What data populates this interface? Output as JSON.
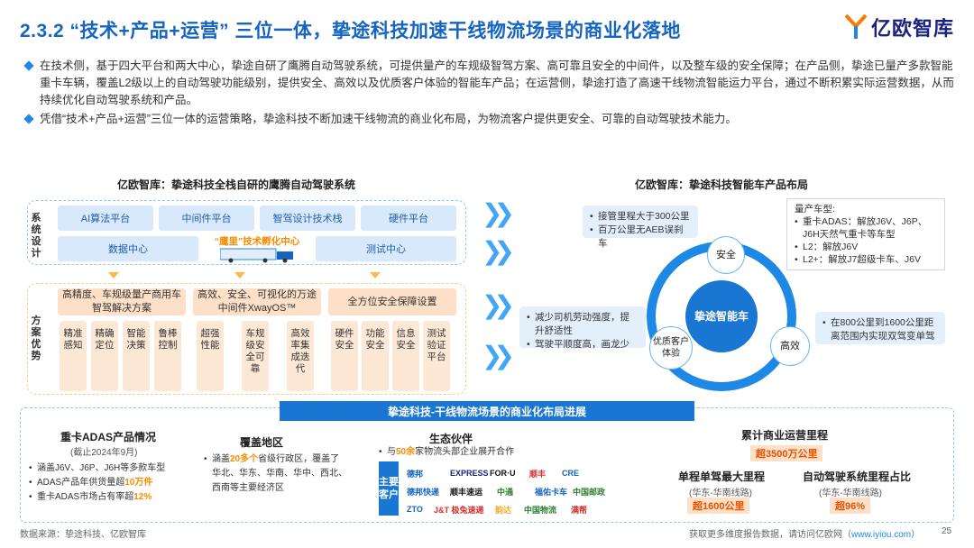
{
  "header": {
    "title": "2.3.2 “技术+产品+运营” 三位一体，挚途科技加速干线物流场景的商业化落地",
    "logo_text": "亿欧智库"
  },
  "bullets": [
    "在技术侧，基于四大平台和两大中心，挚途自研了鹰腾自动驾驶系统，可提供量产的车规级智驾方案、高可靠且安全的中间件，以及整车级的安全保障；在产品侧，挚途已量产多款智能重卡车辆，覆盖L2级以上的自动驾驶功能级别，提供安全、高效以及优质客户体验的智能车产品；在运营侧，挚途打造了高速干线物流智能运力平台，通过不断积累实际运营数据，从而持续优化自动驾驶系统和产品。",
    "凭借“技术+产品+运营”三位一体的运营策略，挚途科技不断加速干线物流的商业化布局，为物流客户提供更安全、可靠的自动驾驶技术能力。"
  ],
  "left_diagram": {
    "title": "亿欧智库：挚途科技全栈自研的鹰腾自动驾驶系统",
    "system_label": "系统设计",
    "advantage_label": "方案优势",
    "platforms": [
      "AI算法平台",
      "中间件平台",
      "智驾设计技术栈",
      "硬件平台"
    ],
    "centers": [
      "数据中心",
      "测试中心"
    ],
    "incubation": "“鹰里”技术孵化中心",
    "adv_heads": [
      "高精度、车规级量产商用车智驾解决方案",
      "高效、安全、可视化的万途中间件XwayOS™",
      "全方位安全保障设置"
    ],
    "adv_cols": [
      "精准感知",
      "精确定位",
      "智能决策",
      "鲁棒控制",
      "超强性能",
      "车规级安全可靠",
      "高效率集成迭代",
      "硬件安全",
      "功能安全",
      "信息安全",
      "测试验证平台"
    ]
  },
  "right_diagram": {
    "title": "亿欧智库：挚途科技智能车产品布局",
    "center": "挚途智能车",
    "nodes": [
      "安全",
      "高效",
      "优质客户体验"
    ],
    "safety_info": [
      "接管里程大于300公里",
      "百万公里无AEB误刹车"
    ],
    "models_title": "量产车型:",
    "models": [
      "重卡ADAS：解放J6V、J6P、J6H天然气重卡等车型",
      "L2：解放J6V",
      "L2+：解放J7超级卡车、J6V"
    ],
    "experience_info": [
      "减少司机劳动强度，提升舒适性",
      "驾驶平顺度高，画龙少"
    ],
    "efficiency_info": "在800公里到1600公里距离范围内实现双驾变单驾"
  },
  "bottom": {
    "banner": "挚途科技-干线物流场景的商业化布局进展",
    "adas_title": "重卡ADAS产品情况",
    "adas_sub": "(截止2024年9月)",
    "adas_items": [
      {
        "pre": "涵盖J6V、J6P、J6H等多款车型",
        "hl": "",
        "post": ""
      },
      {
        "pre": "ADAS产品年供货量超",
        "hl": "10万件",
        "post": ""
      },
      {
        "pre": "重卡ADAS市场占有率超",
        "hl": "12%",
        "post": ""
      }
    ],
    "coverage_title": "覆盖地区",
    "coverage_pre": "涵盖",
    "coverage_hl": "20多个",
    "coverage_post": "省级行政区，覆盖了华北、华东、华南、华中、西北、西南等主要经济区",
    "eco_title": "生态伙伴",
    "eco_pre": "与",
    "eco_hl": "50余",
    "eco_post": "家物流头部企业展开合作",
    "partner_label": "主要客户",
    "partner_logos": [
      "德邦",
      "EXPRESS",
      "FOR·U",
      "顺丰",
      "CRE",
      "德邦快递",
      "顺丰速运",
      "中通",
      "福佑卡车",
      "中国邮政",
      "ZTO",
      "J&T 极兔速递",
      "韵达",
      "中国物流",
      "满帮"
    ],
    "mileage_title": "累计商业运营里程",
    "mileage_value": "超3500万公里",
    "single_title": "单程单驾最大里程",
    "single_sub": "(华东-华南线路)",
    "single_value": "超1600公里",
    "ratio_title": "自动驾驶系统里程占比",
    "ratio_sub": "(华东-华南线路)",
    "ratio_value": "超96%"
  },
  "footer": {
    "source": "数据来源：挚途科技、亿欧智库",
    "more_pre": "获取更多维度报告数据，请访问亿欧网（",
    "more_link": "www.iyiou.com",
    "more_post": "）",
    "page": "25"
  },
  "colors": {
    "accent": "#1976d2",
    "highlight": "#fb8c00",
    "light_blue": "#d8e9fb",
    "light_orange": "#fde0c7"
  }
}
